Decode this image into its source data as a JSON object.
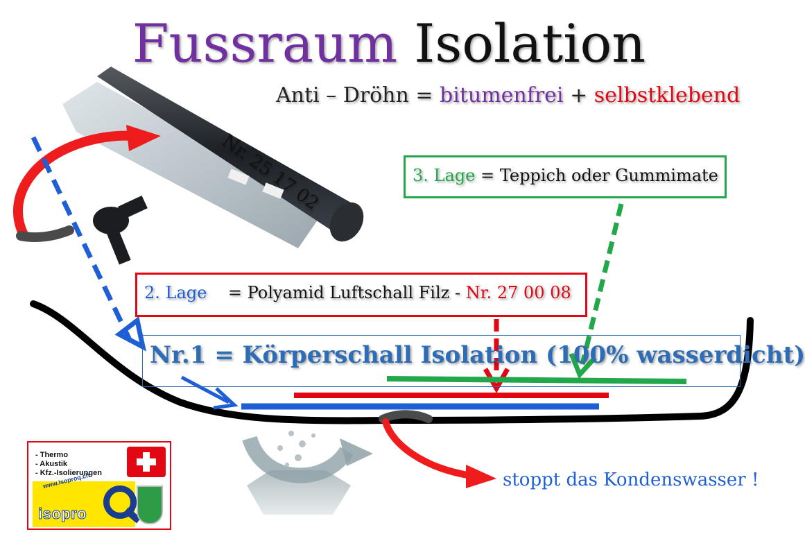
{
  "title": {
    "word1": "Fussraum",
    "word2": "Isolation"
  },
  "subtitle": {
    "part1": "Anti – Dröhn =",
    "part2": "bitumenfrei",
    "part3": "+",
    "part4": "selbstklebend"
  },
  "roll_number": "Nr. 25 17 02",
  "layer3": {
    "name": "3. Lage",
    "text": "= Teppich oder Gummimate"
  },
  "layer2": {
    "name": "2. Lage",
    "text": "= Polyamid Luftschall Filz -",
    "number": "Nr. 27 00 08"
  },
  "layer1": {
    "text": "Nr.1 = Körperschall Isolation (100% wasserdicht)"
  },
  "condensation": "stoppt das Kondenswasser !",
  "logo": {
    "list": [
      "- Thermo",
      "- Akustik",
      "- Kfz.-Isolierungen"
    ],
    "url": "www.isoproq.ch",
    "brand": "isopro"
  },
  "colors": {
    "purple": "#7030a0",
    "red": "#e30613",
    "green": "#22a84a",
    "blue": "#1f5fd6"
  }
}
